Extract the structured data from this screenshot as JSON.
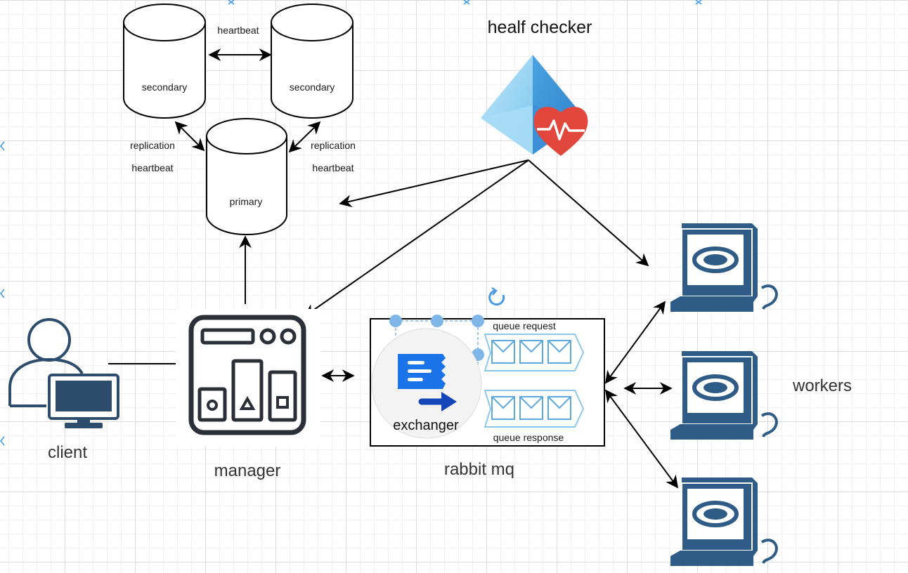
{
  "databases": {
    "secondary_left": "secondary",
    "secondary_right": "secondary",
    "primary": "primary"
  },
  "edge_labels": {
    "top_heartbeat": "heartbeat",
    "left_replication": "replication",
    "left_heartbeat": "heartbeat",
    "right_replication": "replication",
    "right_heartbeat": "heartbeat"
  },
  "health_checker": {
    "label": "healf checker"
  },
  "client": {
    "label": "client"
  },
  "manager": {
    "label": "manager"
  },
  "rabbitmq": {
    "label": "rabbit mq",
    "exchanger": "exchanger",
    "queue_request": "queue request",
    "queue_response": "queue response"
  },
  "workers": {
    "label": "workers"
  },
  "colors": {
    "worker_blue": "#2f5c86",
    "client_blue": "#2e4c6b",
    "manager_dark": "#2a2f38",
    "queue_blue": "#8fc6ec",
    "queue_stroke": "#5fa8dd",
    "exchanger_blue": "#1a73e8",
    "heart_red": "#e2473e",
    "selection_blue": "#7fb6e8"
  }
}
